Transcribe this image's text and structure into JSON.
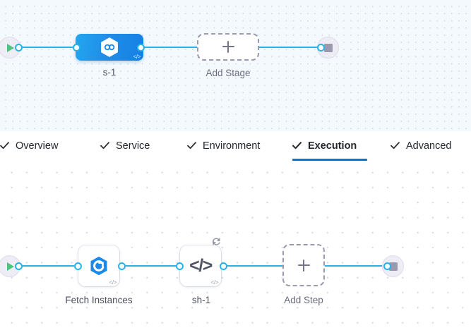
{
  "stage_canvas": {
    "name": "pipeline-stage-graph",
    "start_node": {
      "icon": "play-icon",
      "label": ""
    },
    "end_node": {
      "icon": "stop-icon",
      "label": ""
    },
    "nodes": [
      {
        "id": "stage-1",
        "label": "s-1",
        "type": "stage",
        "icon": "deployment-hexagon-icon",
        "corner_icon": "code-icon",
        "color": "#1f8ce8"
      }
    ],
    "add_node": {
      "label": "Add Stage",
      "icon": "plus-icon"
    }
  },
  "tabs": {
    "items": [
      {
        "label": "Overview",
        "icon": "check-icon",
        "active": false
      },
      {
        "label": "Service",
        "icon": "check-icon",
        "active": false
      },
      {
        "label": "Environment",
        "icon": "check-icon",
        "active": false
      },
      {
        "label": "Execution",
        "icon": "check-icon",
        "active": true
      },
      {
        "label": "Advanced",
        "icon": "check-icon",
        "active": false
      }
    ],
    "active_color": "#0278d5"
  },
  "step_canvas": {
    "name": "execution-step-graph",
    "start_node": {
      "icon": "play-icon"
    },
    "end_node": {
      "icon": "stop-icon"
    },
    "nodes": [
      {
        "id": "fetch-instances",
        "label": "Fetch Instances",
        "icon": "harness-swirl-icon",
        "corner_icon": "code-icon",
        "color": "#1e8ae8"
      },
      {
        "id": "sh-1",
        "label": "sh-1",
        "icon": "code-icon",
        "corner_icon": "code-icon",
        "badge_icon": "retry-loop-icon"
      }
    ],
    "add_node": {
      "label": "Add Step",
      "icon": "plus-icon"
    }
  },
  "colors": {
    "edge": "#27b3e8",
    "stage_blue": "#1f8ce8",
    "accent": "#0278d5",
    "play_green": "#53c07d",
    "stop_grey": "#9a99ad"
  }
}
